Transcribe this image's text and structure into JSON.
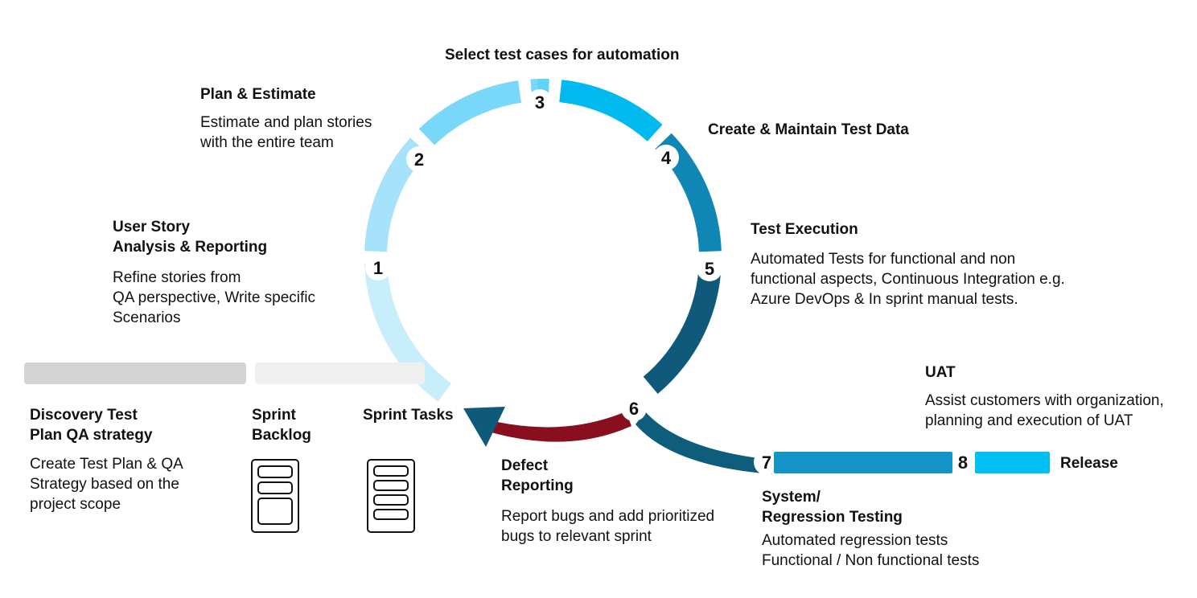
{
  "colors": {
    "seg1": "#c9eefb",
    "seg2a": "#a6e3fa",
    "seg2b": "#79d8fa",
    "seg3a": "#5fd3f8",
    "seg3b": "#00b9ef",
    "seg4": "#0f92bd",
    "seg5": "#0f86b4",
    "seg6": "#0f5a7a",
    "seg7": "#0f5d7c",
    "bar78": "#1493c7",
    "bar8": "#00bff3",
    "defect": "#8a0f1e",
    "arrowhead": "#0f5a7a",
    "greyDark": "#d4d4d4",
    "greyLight": "#efefef"
  },
  "icons": [
    "sprint-backlog-icon",
    "sprint-tasks-icon"
  ],
  "steps": {
    "n1": "1",
    "n2": "2",
    "n3": "3",
    "n4": "4",
    "n5": "5",
    "n6": "6",
    "n7": "7",
    "n8": "8"
  },
  "labels": {
    "select_title": "Select test cases for automation",
    "plan_title": "Plan & Estimate",
    "plan_desc": "Estimate and plan stories\nwith the entire team",
    "create_title": "Create & Maintain Test Data",
    "story_title": "User Story\nAnalysis & Reporting",
    "story_desc": "Refine stories from\nQA perspective,  Write specific\nScenarios",
    "exec_title": "Test Execution",
    "exec_desc": "Automated Tests for functional and non\nfunctional aspects, Continuous Integration e.g.\nAzure DevOps & In sprint manual tests.",
    "uat_title": "UAT",
    "uat_desc": "Assist customers with organization,\nplanning and execution of UAT",
    "discovery_title": "Discovery Test\nPlan QA strategy",
    "discovery_desc": "Create Test Plan & QA\nStrategy based on the\nproject scope",
    "backlog_title": "Sprint\nBacklog",
    "tasks_title": "Sprint Tasks",
    "defect_title": "Defect\nReporting",
    "defect_desc": "Report bugs and add prioritized\nbugs to relevant sprint",
    "release_title": "Release",
    "regression_title": "System/\nRegression Testing",
    "regression_desc": "Automated regression tests\nFunctional / Non functional tests"
  }
}
